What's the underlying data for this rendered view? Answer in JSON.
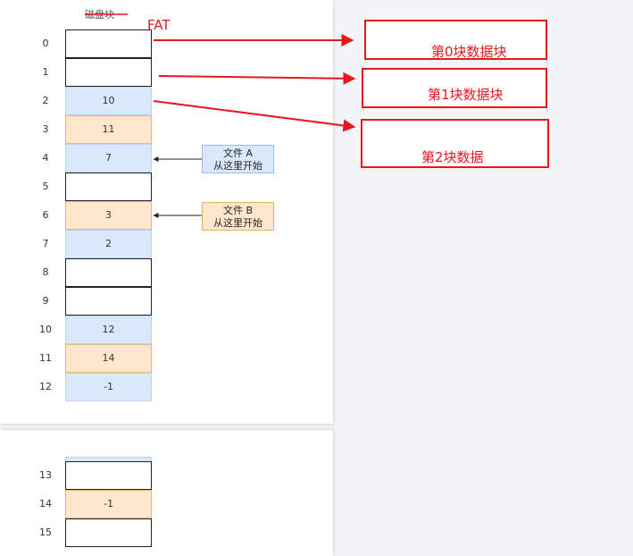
{
  "header": {
    "disk_block_label": "磁盘块",
    "fat_label": "FAT"
  },
  "table": {
    "rows": [
      {
        "index": "0",
        "value": "",
        "color": "white"
      },
      {
        "index": "1",
        "value": "",
        "color": "white"
      },
      {
        "index": "2",
        "value": "10",
        "color": "blue"
      },
      {
        "index": "3",
        "value": "11",
        "color": "orange"
      },
      {
        "index": "4",
        "value": "7",
        "color": "blue"
      },
      {
        "index": "5",
        "value": "",
        "color": "white"
      },
      {
        "index": "6",
        "value": "3",
        "color": "orange"
      },
      {
        "index": "7",
        "value": "2",
        "color": "blue"
      },
      {
        "index": "8",
        "value": "",
        "color": "white"
      },
      {
        "index": "9",
        "value": "",
        "color": "white"
      },
      {
        "index": "10",
        "value": "12",
        "color": "blue"
      },
      {
        "index": "11",
        "value": "14",
        "color": "orange"
      },
      {
        "index": "12",
        "value": "-1",
        "color": "blue"
      }
    ],
    "rows_bottom": [
      {
        "index": "13",
        "value": "",
        "color": "white"
      },
      {
        "index": "14",
        "value": "-1",
        "color": "orange"
      },
      {
        "index": "15",
        "value": "",
        "color": "white"
      }
    ]
  },
  "notes": {
    "file_a": {
      "line1": "文件 A",
      "line2": "从这里开始"
    },
    "file_b": {
      "line1": "文件 B",
      "line2": "从这里开始"
    }
  },
  "blocks": {
    "block0": "第0块数据块",
    "block1": "第1块数据块",
    "block2": "第2块数据"
  },
  "colors": {
    "blue_fill": "#dae8fc",
    "orange_fill": "#ffe6cc",
    "red": "#e8161d"
  }
}
